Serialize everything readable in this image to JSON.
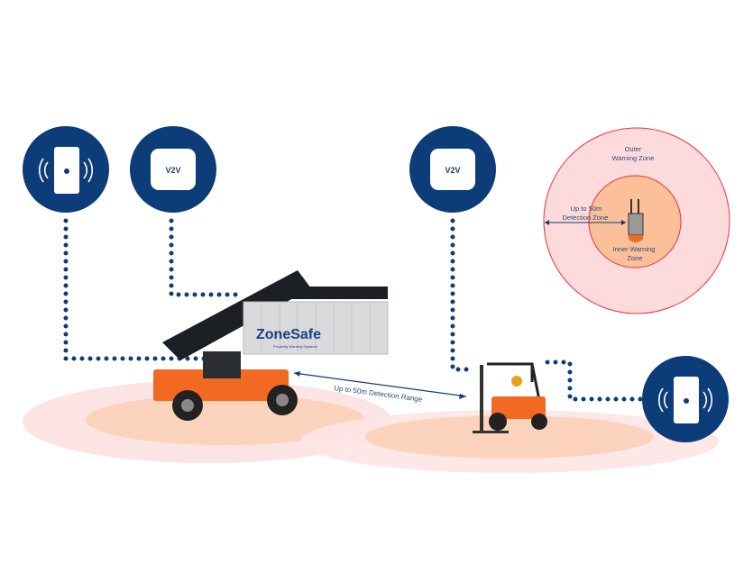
{
  "icons": {
    "v2v_label": "V2V"
  },
  "zone_diagram": {
    "outer_label_1": "Outer",
    "outer_label_2": "Warning Zone",
    "detection_label_1": "Up to 50m",
    "detection_label_2": "Detection Zone",
    "inner_label_1": "Inner Warning",
    "inner_label_2": "Zone"
  },
  "scene": {
    "range_label": "Up to 50m Detection Range",
    "container_brand": "ZoneSafe",
    "container_tagline": "Proximity Warning Systems"
  },
  "colors": {
    "navy": "#0d3d78",
    "outer_zone": "#fddadb",
    "inner_zone": "#fbbf9a",
    "zone_border": "#e8323c",
    "vehicle_orange": "#f26a21"
  }
}
